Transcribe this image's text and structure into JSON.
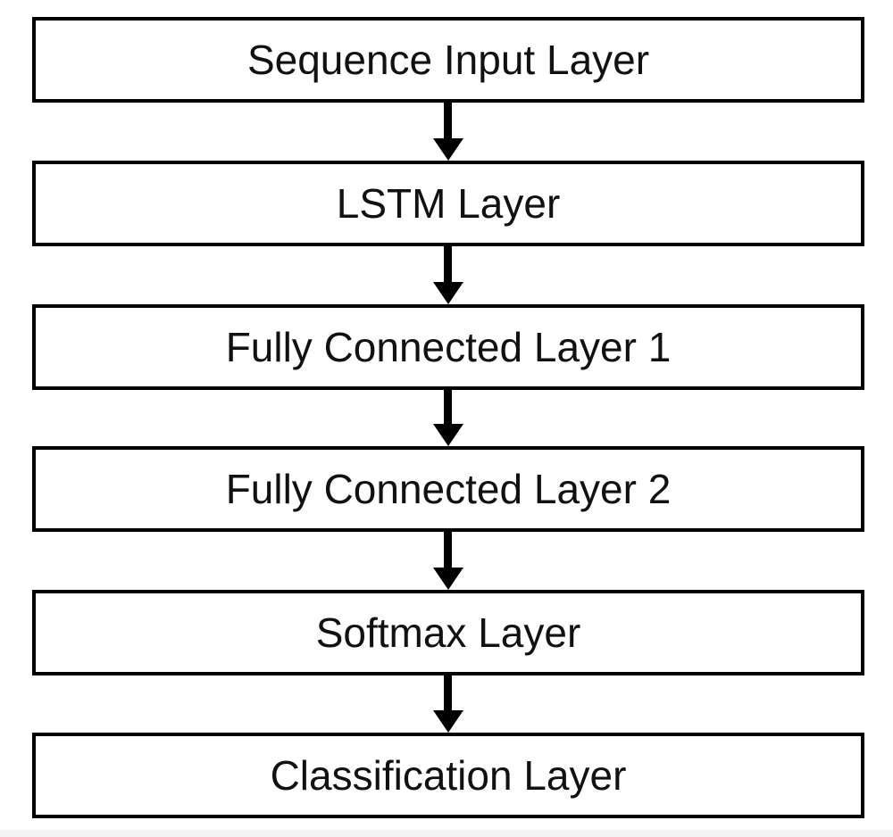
{
  "diagram": {
    "type": "flowchart",
    "direction": "top-to-bottom",
    "nodes": [
      {
        "id": "sequence-input",
        "label": "Sequence Input Layer"
      },
      {
        "id": "lstm",
        "label": "LSTM Layer"
      },
      {
        "id": "fc1",
        "label": "Fully Connected Layer 1"
      },
      {
        "id": "fc2",
        "label": "Fully Connected Layer 2"
      },
      {
        "id": "softmax",
        "label": "Softmax Layer"
      },
      {
        "id": "classification",
        "label": "Classification Layer"
      }
    ],
    "edges": [
      {
        "from": "sequence-input",
        "to": "lstm"
      },
      {
        "from": "lstm",
        "to": "fc1"
      },
      {
        "from": "fc1",
        "to": "fc2"
      },
      {
        "from": "fc2",
        "to": "softmax"
      },
      {
        "from": "softmax",
        "to": "classification"
      }
    ],
    "colors": {
      "background": "#ffffff",
      "box_fill": "#ffffff",
      "box_border": "#000000",
      "arrow": "#000000",
      "text": "#111111"
    }
  }
}
